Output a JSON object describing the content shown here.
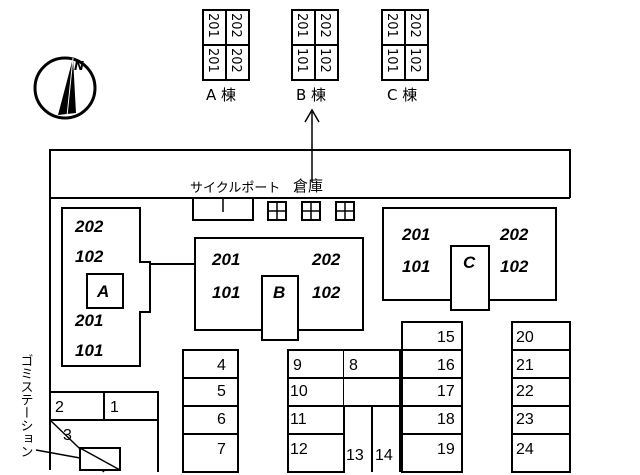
{
  "buildings_top": {
    "a": {
      "label": "A 棟",
      "upper": [
        "201",
        "202"
      ],
      "lower": [
        "201",
        "202"
      ]
    },
    "b": {
      "label": "B 棟",
      "upper": [
        "201",
        "202"
      ],
      "lower": [
        "101",
        "102"
      ]
    },
    "c": {
      "label": "C 棟",
      "upper": [
        "201",
        "202"
      ],
      "lower": [
        "101",
        "102"
      ]
    }
  },
  "top_row": {
    "bike_port": "サイクルポート",
    "warehouse": "倉庫"
  },
  "building_a": {
    "letter": "A",
    "units": [
      "202",
      "102",
      "201",
      "101"
    ]
  },
  "building_b": {
    "letter": "B",
    "units": [
      "201",
      "202",
      "101",
      "102"
    ]
  },
  "building_c": {
    "letter": "C",
    "units": [
      "201",
      "202",
      "101",
      "102"
    ]
  },
  "garbage_station": "ゴミステーション",
  "parking": [
    "1",
    "2",
    "3",
    "4",
    "5",
    "6",
    "7",
    "8",
    "9",
    "10",
    "11",
    "12",
    "13",
    "14",
    "15",
    "16",
    "17",
    "18",
    "19",
    "20",
    "21",
    "22",
    "23",
    "24"
  ]
}
